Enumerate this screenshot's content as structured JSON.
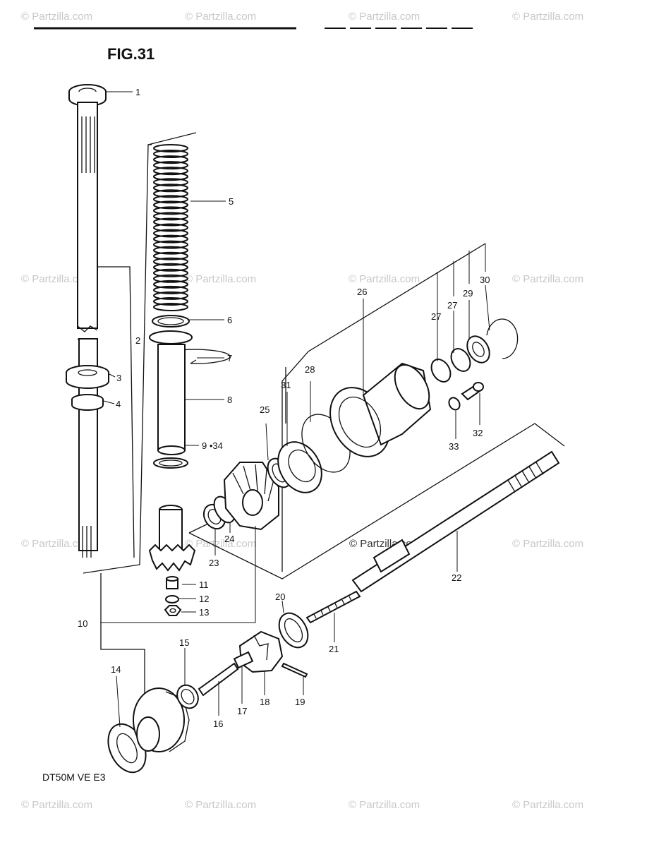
{
  "figure": {
    "title": "FIG.31",
    "model_code": "DT50M VE E3"
  },
  "watermark": {
    "text": "© Partzilla.com"
  },
  "callouts": [
    {
      "id": "c1",
      "label": "1"
    },
    {
      "id": "c2",
      "label": "2"
    },
    {
      "id": "c3",
      "label": "3"
    },
    {
      "id": "c4",
      "label": "4"
    },
    {
      "id": "c5",
      "label": "5"
    },
    {
      "id": "c6",
      "label": "6"
    },
    {
      "id": "c7",
      "label": "7"
    },
    {
      "id": "c8",
      "label": "8"
    },
    {
      "id": "c9",
      "label": "9 •34"
    },
    {
      "id": "c10",
      "label": "10"
    },
    {
      "id": "c11",
      "label": "11"
    },
    {
      "id": "c12",
      "label": "12"
    },
    {
      "id": "c13",
      "label": "13"
    },
    {
      "id": "c14",
      "label": "14"
    },
    {
      "id": "c15",
      "label": "15"
    },
    {
      "id": "c16",
      "label": "16"
    },
    {
      "id": "c17",
      "label": "17"
    },
    {
      "id": "c18",
      "label": "18"
    },
    {
      "id": "c19",
      "label": "19"
    },
    {
      "id": "c20",
      "label": "20"
    },
    {
      "id": "c21",
      "label": "21"
    },
    {
      "id": "c22",
      "label": "22"
    },
    {
      "id": "c23",
      "label": "23"
    },
    {
      "id": "c24",
      "label": "24"
    },
    {
      "id": "c25",
      "label": "25"
    },
    {
      "id": "c26",
      "label": "26"
    },
    {
      "id": "c27a",
      "label": "27"
    },
    {
      "id": "c27b",
      "label": "27"
    },
    {
      "id": "c28",
      "label": "28"
    },
    {
      "id": "c29",
      "label": "29"
    },
    {
      "id": "c30",
      "label": "30"
    },
    {
      "id": "c31",
      "label": "31"
    },
    {
      "id": "c32",
      "label": "32"
    },
    {
      "id": "c33",
      "label": "33"
    }
  ]
}
